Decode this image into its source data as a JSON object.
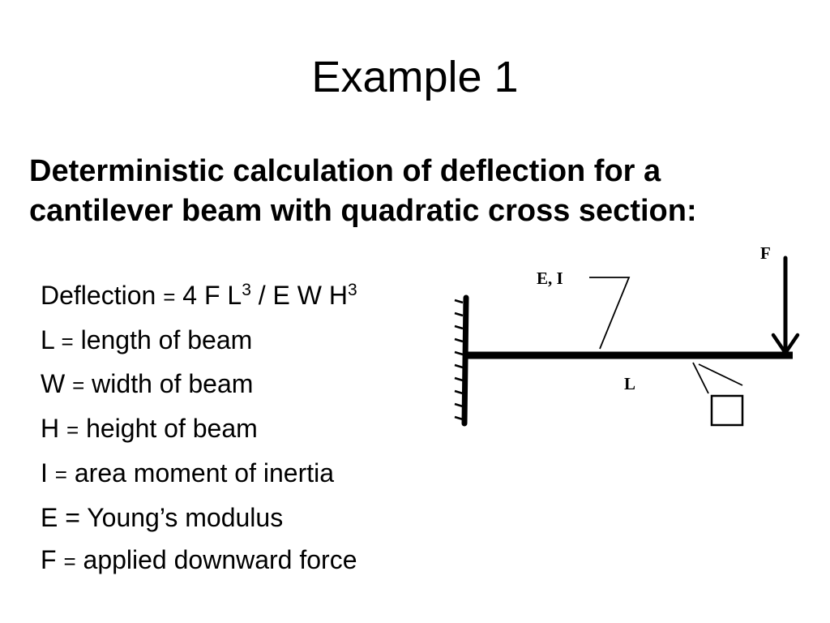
{
  "slide": {
    "title": "Example 1",
    "heading": "Deterministic calculation of deflection for a cantilever beam with quadratic cross section:"
  },
  "formula": {
    "label": "Deflection",
    "equals": "=",
    "lhs": "4 F L",
    "exp1": "3",
    "rhs": "/ E W H",
    "exp2": "3"
  },
  "definitions": [
    {
      "symbol": "L",
      "equals": "=",
      "text": "length of beam"
    },
    {
      "symbol": "W",
      "equals": "=",
      "text": "width of beam"
    },
    {
      "symbol": "H",
      "equals": "=",
      "text": "height of beam"
    },
    {
      "symbol": "I",
      "equals": "=",
      "text": "area moment of inertia"
    },
    {
      "symbol": "E",
      "equals": "=",
      "text": "Young’s modulus"
    },
    {
      "symbol": "F",
      "equals": "=",
      "text": "applied downward force"
    }
  ],
  "diagram": {
    "label_force": "F",
    "label_material": "E, I",
    "label_length": "L"
  }
}
